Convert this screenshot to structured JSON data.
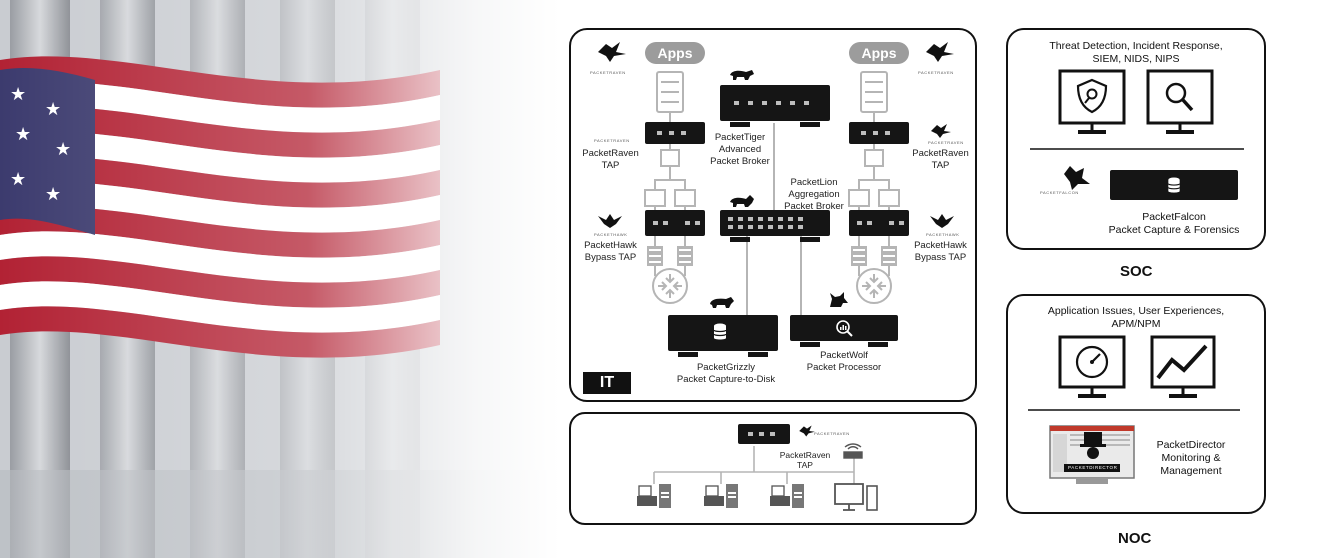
{
  "diagram": {
    "it_panel": {
      "badge": "IT",
      "apps_left": "Apps",
      "apps_right": "Apps",
      "raven_left": [
        "PacketRaven",
        "TAP"
      ],
      "raven_right": [
        "PacketRaven",
        "TAP"
      ],
      "tiger": [
        "PacketTiger",
        "Advanced",
        "Packet Broker"
      ],
      "lion": [
        "PacketLion",
        "Aggregation",
        "Packet Broker"
      ],
      "hawk_left": [
        "PacketHawk",
        "Bypass TAP"
      ],
      "hawk_right": [
        "PacketHawk",
        "Bypass TAP"
      ],
      "grizzly": [
        "PacketGrizzly",
        "Packet Capture-to-Disk"
      ],
      "wolf": [
        "PacketWolf",
        "Packet Processor"
      ]
    },
    "bottom_panel": {
      "raven": [
        "PacketRaven",
        "TAP"
      ]
    },
    "soc": {
      "title": "SOC",
      "heading": [
        "Threat Detection, Incident Response,",
        "SIEM, NIDS, NIPS"
      ],
      "falcon": [
        "PacketFalcon",
        "Packet Capture & Forensics"
      ]
    },
    "noc": {
      "title": "NOC",
      "heading": [
        "Application Issues, User Experiences,",
        "APM/NPM"
      ],
      "director": [
        "PacketDirector",
        "Monitoring &",
        "Management"
      ]
    },
    "logos": {
      "raven": "PACKETRAVEN",
      "hawk": "PACKETHAWK",
      "falcon": "PACKETFALCON",
      "director": "PACKETDIRECTOR"
    }
  },
  "colors": {
    "line": "#b5b5b5",
    "device": "#151515",
    "panel_border": "#111111",
    "apps_pill": "#9c9c9c",
    "flag_red": "#b22234",
    "flag_blue": "#3c3b6e"
  }
}
